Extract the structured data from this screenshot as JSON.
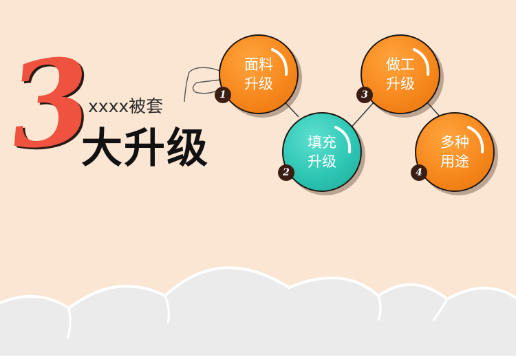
{
  "title": {
    "number": "3",
    "subtitle": "xxxx被套",
    "main": "大升级"
  },
  "nodes": [
    {
      "line1": "面料",
      "line2": "升级",
      "badge": "1",
      "color": "#f6881d"
    },
    {
      "line1": "填充",
      "line2": "升级",
      "badge": "2",
      "color": "#2ec6b4"
    },
    {
      "line1": "做工",
      "line2": "升级",
      "badge": "3",
      "color": "#f6881d"
    },
    {
      "line1": "多种",
      "line2": "用途",
      "badge": "4",
      "color": "#f6881d"
    }
  ],
  "colors": {
    "background": "#fbe6d4",
    "accent_red": "#ef5340",
    "orange": "#f6881d",
    "teal": "#2ec6b4",
    "cloud": "#ebebeb"
  }
}
